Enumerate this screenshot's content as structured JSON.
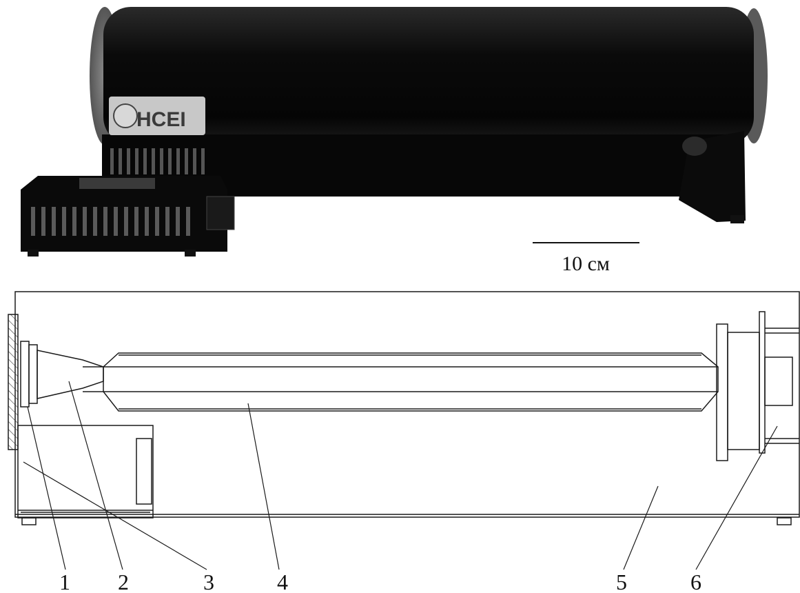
{
  "photo": {
    "logo_text": "HCEI",
    "scale_bar_label": "10 см"
  },
  "drawing": {
    "callouts": [
      {
        "id": "1",
        "label": "1"
      },
      {
        "id": "2",
        "label": "2"
      },
      {
        "id": "3",
        "label": "3"
      },
      {
        "id": "4",
        "label": "4"
      },
      {
        "id": "5",
        "label": "5"
      },
      {
        "id": "6",
        "label": "6"
      }
    ]
  },
  "colors": {
    "housing": "#0d0d0d",
    "line": "#1a1a1a",
    "background": "#ffffff"
  }
}
